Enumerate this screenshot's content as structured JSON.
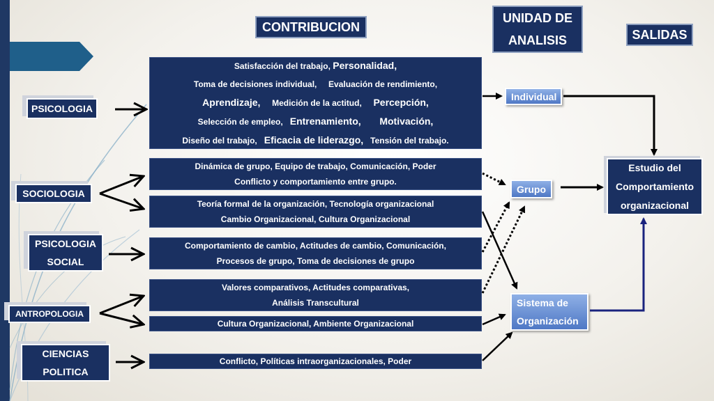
{
  "headers": {
    "contribucion": "CONTRIBUCION",
    "unidad_line1": "UNIDAD DE",
    "unidad_line2": "ANALISIS",
    "salidas": "SALIDAS"
  },
  "sources": {
    "psicologia": "PSICOLOGIA",
    "sociologia": "SOCIOLOGIA",
    "psicologia_social_1": "PSICOLOGIA",
    "psicologia_social_2": "SOCIAL",
    "antropologia": "ANTROPOLOGIA",
    "ciencias_1": "CIENCIAS",
    "ciencias_2": "POLITICA"
  },
  "contributions": {
    "psicologia": {
      "l1a": "Satisfacción del trabajo,",
      "l1b": "Personalidad,",
      "l2a": "Toma de decisiones individual,",
      "l2b": "Evaluación de rendimiento,",
      "l3a": "Aprendizaje,",
      "l3b": "Medición de la actitud,",
      "l3c": "Percepción,",
      "l4a": "Selección de empleo,",
      "l4b": "Entrenamiento,",
      "l4c": "Motivación,",
      "l5a": "Diseño del trabajo,",
      "l5b": "Eficacia de liderazgo,",
      "l5c": "Tensión del trabajo."
    },
    "sociologia_a_1": "Dinámica de grupo, Equipo de trabajo, Comunicación, Poder",
    "sociologia_a_2": "Conflicto y comportamiento entre grupo.",
    "sociologia_b_1": "Teoría formal de la organización, Tecnología organizacional",
    "sociologia_b_2": "Cambio Organizacional, Cultura Organizacional",
    "psicologia_social_1": "Comportamiento de cambio, Actitudes de cambio, Comunicación,",
    "psicologia_social_2": "Procesos de grupo, Toma de decisiones de grupo",
    "antropologia_a_1": "Valores comparativos, Actitudes comparativas,",
    "antropologia_a_2": "Análisis Transcultural",
    "antropologia_b": "Cultura Organizacional, Ambiente Organizacional",
    "ciencias": "Conflicto, Políticas intraorganizacionales, Poder"
  },
  "units": {
    "individual": "Individual",
    "grupo": "Grupo",
    "sistema_1": "Sistema de",
    "sistema_2": "Organización"
  },
  "output": {
    "line1": "Estudio del",
    "line2": "Comportamiento",
    "line3": "organizacional"
  },
  "colors": {
    "box_fill": "#1a3061",
    "unit_fill": "#6f93d6",
    "accent_bar": "#1f3864"
  }
}
